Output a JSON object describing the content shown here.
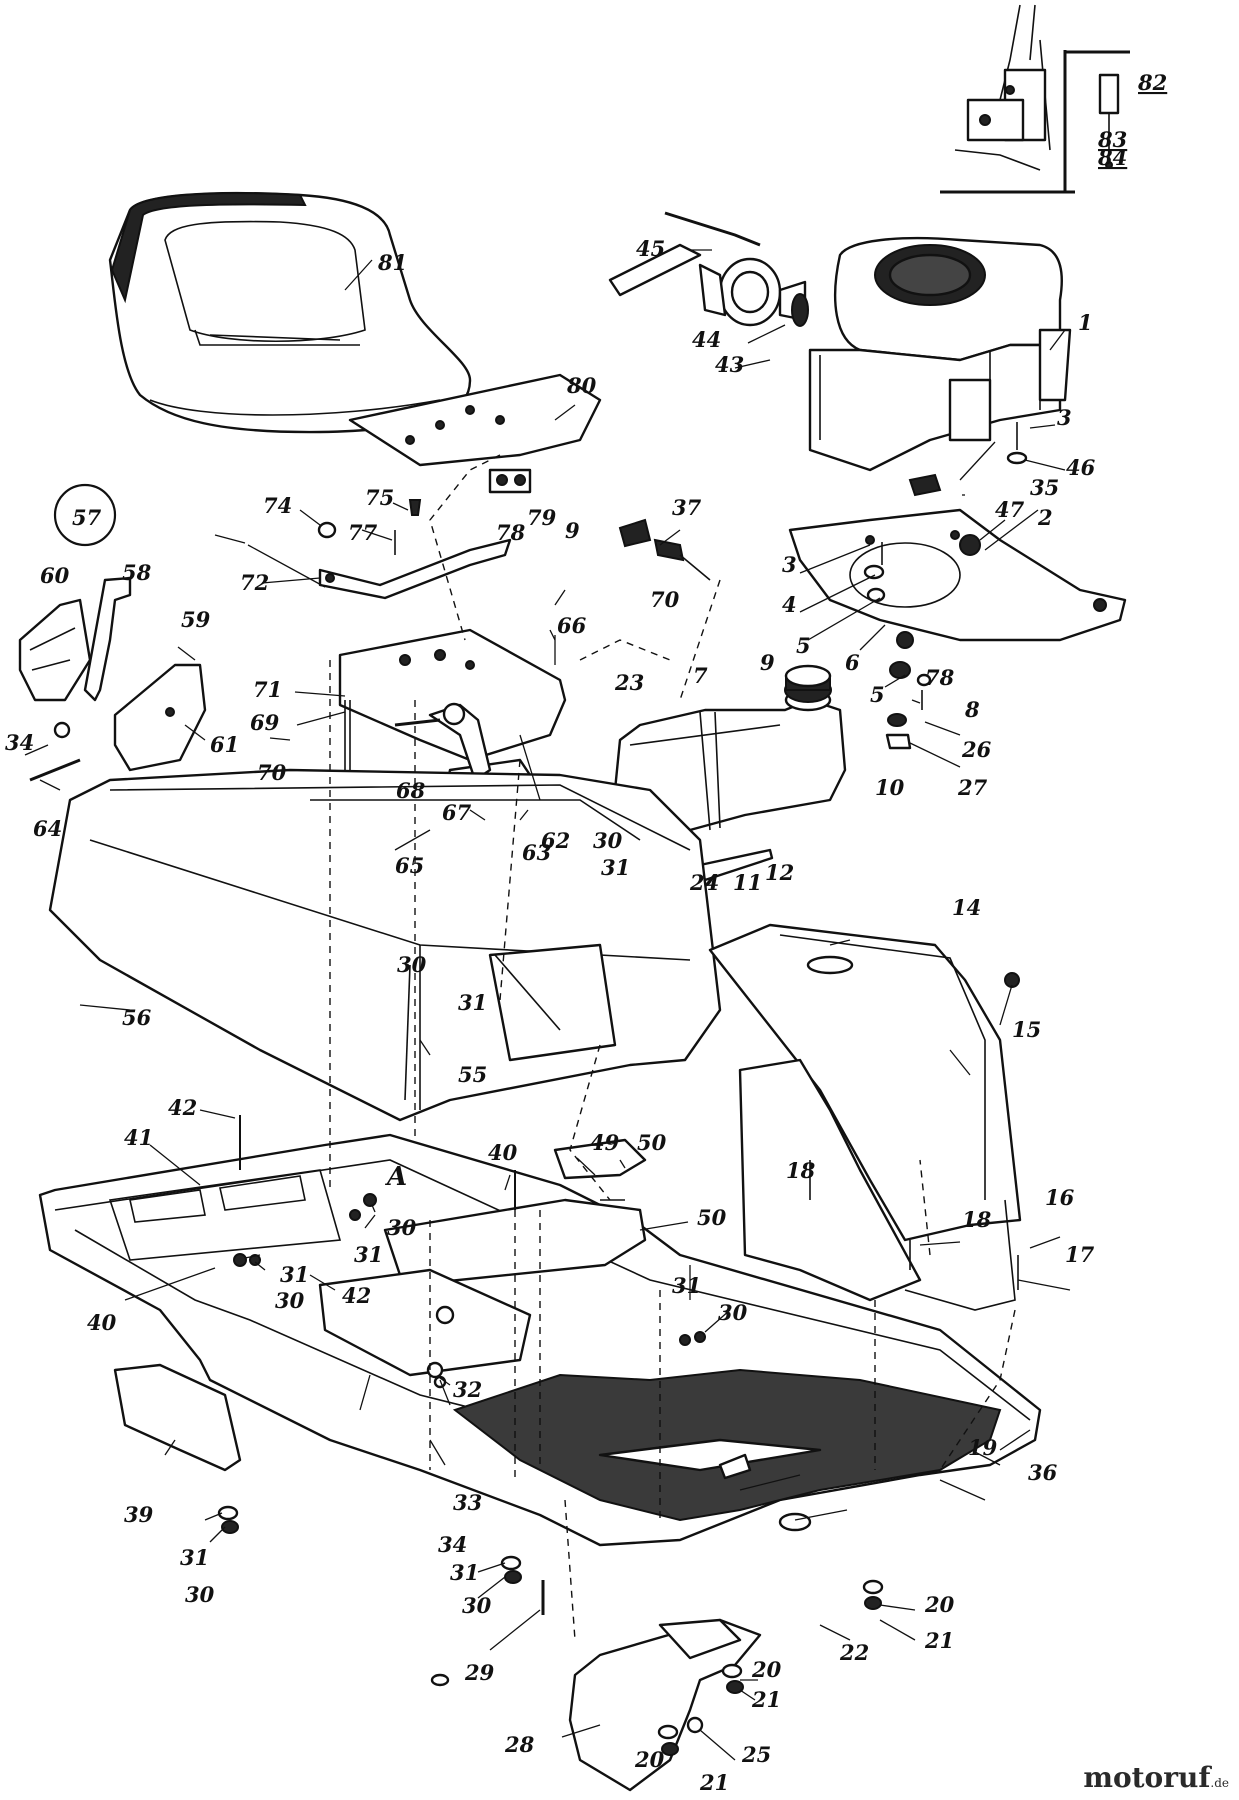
{
  "diagram": {
    "group_number": "57",
    "section_label": "A",
    "callouts": [
      {
        "id": "c1",
        "text": "1"
      },
      {
        "id": "c2",
        "text": "2"
      },
      {
        "id": "c3a",
        "text": "3"
      },
      {
        "id": "c3b",
        "text": "3"
      },
      {
        "id": "c4",
        "text": "4"
      },
      {
        "id": "c5a",
        "text": "5"
      },
      {
        "id": "c5b",
        "text": "5"
      },
      {
        "id": "c6",
        "text": "6"
      },
      {
        "id": "c7",
        "text": "7"
      },
      {
        "id": "c8",
        "text": "8"
      },
      {
        "id": "c9a",
        "text": "9"
      },
      {
        "id": "c9b",
        "text": "9"
      },
      {
        "id": "c10",
        "text": "10"
      },
      {
        "id": "c11",
        "text": "11"
      },
      {
        "id": "c12",
        "text": "12"
      },
      {
        "id": "c14",
        "text": "14"
      },
      {
        "id": "c15",
        "text": "15"
      },
      {
        "id": "c16",
        "text": "16"
      },
      {
        "id": "c17",
        "text": "17"
      },
      {
        "id": "c18a",
        "text": "18"
      },
      {
        "id": "c18b",
        "text": "18"
      },
      {
        "id": "c19",
        "text": "19"
      },
      {
        "id": "c20a",
        "text": "20"
      },
      {
        "id": "c20b",
        "text": "20"
      },
      {
        "id": "c20c",
        "text": "20"
      },
      {
        "id": "c21a",
        "text": "21"
      },
      {
        "id": "c21b",
        "text": "21"
      },
      {
        "id": "c21c",
        "text": "21"
      },
      {
        "id": "c22",
        "text": "22"
      },
      {
        "id": "c23",
        "text": "23"
      },
      {
        "id": "c24",
        "text": "24"
      },
      {
        "id": "c25",
        "text": "25"
      },
      {
        "id": "c26",
        "text": "26"
      },
      {
        "id": "c27",
        "text": "27"
      },
      {
        "id": "c28",
        "text": "28"
      },
      {
        "id": "c29",
        "text": "29"
      },
      {
        "id": "c30a",
        "text": "30"
      },
      {
        "id": "c30b",
        "text": "30"
      },
      {
        "id": "c30c",
        "text": "30"
      },
      {
        "id": "c30d",
        "text": "30"
      },
      {
        "id": "c30e",
        "text": "30"
      },
      {
        "id": "c30f",
        "text": "30"
      },
      {
        "id": "c30g",
        "text": "30"
      },
      {
        "id": "c31a",
        "text": "31"
      },
      {
        "id": "c31b",
        "text": "31"
      },
      {
        "id": "c31c",
        "text": "31"
      },
      {
        "id": "c31d",
        "text": "31"
      },
      {
        "id": "c31e",
        "text": "31"
      },
      {
        "id": "c31f",
        "text": "31"
      },
      {
        "id": "c31g",
        "text": "31"
      },
      {
        "id": "c32",
        "text": "32"
      },
      {
        "id": "c33",
        "text": "33"
      },
      {
        "id": "c34a",
        "text": "34"
      },
      {
        "id": "c34b",
        "text": "34"
      },
      {
        "id": "c35",
        "text": "35"
      },
      {
        "id": "c36",
        "text": "36"
      },
      {
        "id": "c37",
        "text": "37"
      },
      {
        "id": "c39",
        "text": "39"
      },
      {
        "id": "c40a",
        "text": "40"
      },
      {
        "id": "c40b",
        "text": "40"
      },
      {
        "id": "c41",
        "text": "41"
      },
      {
        "id": "c42a",
        "text": "42"
      },
      {
        "id": "c42b",
        "text": "42"
      },
      {
        "id": "c43",
        "text": "43"
      },
      {
        "id": "c44",
        "text": "44"
      },
      {
        "id": "c45",
        "text": "45"
      },
      {
        "id": "c46",
        "text": "46"
      },
      {
        "id": "c47",
        "text": "47"
      },
      {
        "id": "c49",
        "text": "49"
      },
      {
        "id": "c50a",
        "text": "50"
      },
      {
        "id": "c50b",
        "text": "50"
      },
      {
        "id": "c55",
        "text": "55"
      },
      {
        "id": "c56",
        "text": "56"
      },
      {
        "id": "c58",
        "text": "58"
      },
      {
        "id": "c59",
        "text": "59"
      },
      {
        "id": "c60",
        "text": "60"
      },
      {
        "id": "c61",
        "text": "61"
      },
      {
        "id": "c62",
        "text": "62"
      },
      {
        "id": "c63",
        "text": "63"
      },
      {
        "id": "c64",
        "text": "64"
      },
      {
        "id": "c65",
        "text": "65"
      },
      {
        "id": "c66",
        "text": "66"
      },
      {
        "id": "c67",
        "text": "67"
      },
      {
        "id": "c68",
        "text": "68"
      },
      {
        "id": "c69",
        "text": "69"
      },
      {
        "id": "c70a",
        "text": "70"
      },
      {
        "id": "c70b",
        "text": "70"
      },
      {
        "id": "c71",
        "text": "71"
      },
      {
        "id": "c72",
        "text": "72"
      },
      {
        "id": "c74",
        "text": "74"
      },
      {
        "id": "c75",
        "text": "75"
      },
      {
        "id": "c77",
        "text": "77"
      },
      {
        "id": "c78a",
        "text": "78"
      },
      {
        "id": "c78b",
        "text": "78"
      },
      {
        "id": "c79",
        "text": "79"
      },
      {
        "id": "c80",
        "text": "80"
      },
      {
        "id": "c81",
        "text": "81"
      },
      {
        "id": "c82",
        "text": "82"
      },
      {
        "id": "c83",
        "text": "83"
      },
      {
        "id": "c84",
        "text": "84"
      }
    ]
  },
  "watermark": {
    "brand": "motoruf",
    "suffix": ".de"
  }
}
